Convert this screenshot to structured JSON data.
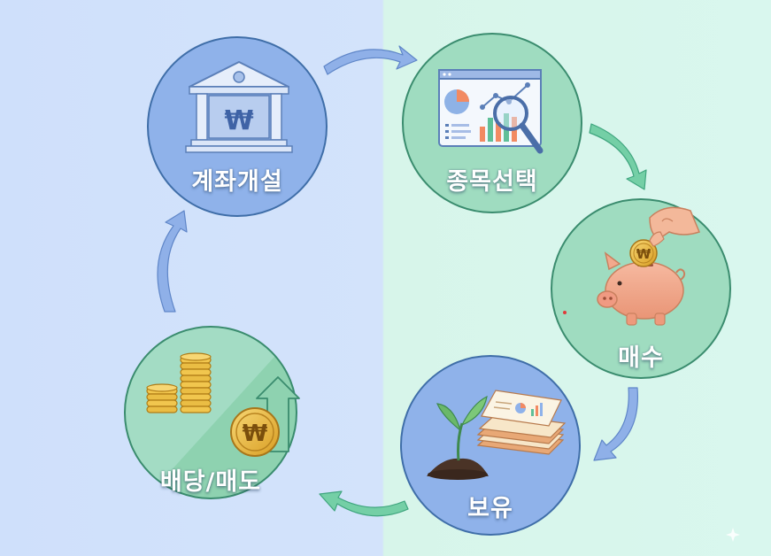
{
  "diagram": {
    "title": "",
    "colors": {
      "left_bg": "#d3e3fb",
      "right_bg": "#d9f7ee",
      "blue_circle": "#8fb2ea",
      "green_circle": "#9fdcc0",
      "circle_stroke": "#3f6ea8",
      "arrow_blue": "#8fb0e8",
      "arrow_green": "#74cfa6",
      "gold": "#e8b840"
    },
    "nodes": [
      {
        "id": "open-account",
        "label": "계좌개설",
        "icon": "bank-icon",
        "currency_symbol": "₩"
      },
      {
        "id": "select-stock",
        "label": "종목선택",
        "icon": "stock-analysis-icon"
      },
      {
        "id": "buy",
        "label": "매수",
        "icon": "piggy-bank-icon",
        "currency_symbol": "₩"
      },
      {
        "id": "hold",
        "label": "보유",
        "icon": "sprout-and-documents-icon"
      },
      {
        "id": "dividend-sell",
        "label": "배당/매도",
        "icon": "coins-and-up-arrow-icon",
        "currency_symbol": "₩"
      }
    ],
    "edges": [
      {
        "from": "open-account",
        "to": "select-stock"
      },
      {
        "from": "select-stock",
        "to": "buy"
      },
      {
        "from": "buy",
        "to": "hold"
      },
      {
        "from": "hold",
        "to": "dividend-sell"
      },
      {
        "from": "dividend-sell",
        "to": "open-account"
      }
    ]
  }
}
